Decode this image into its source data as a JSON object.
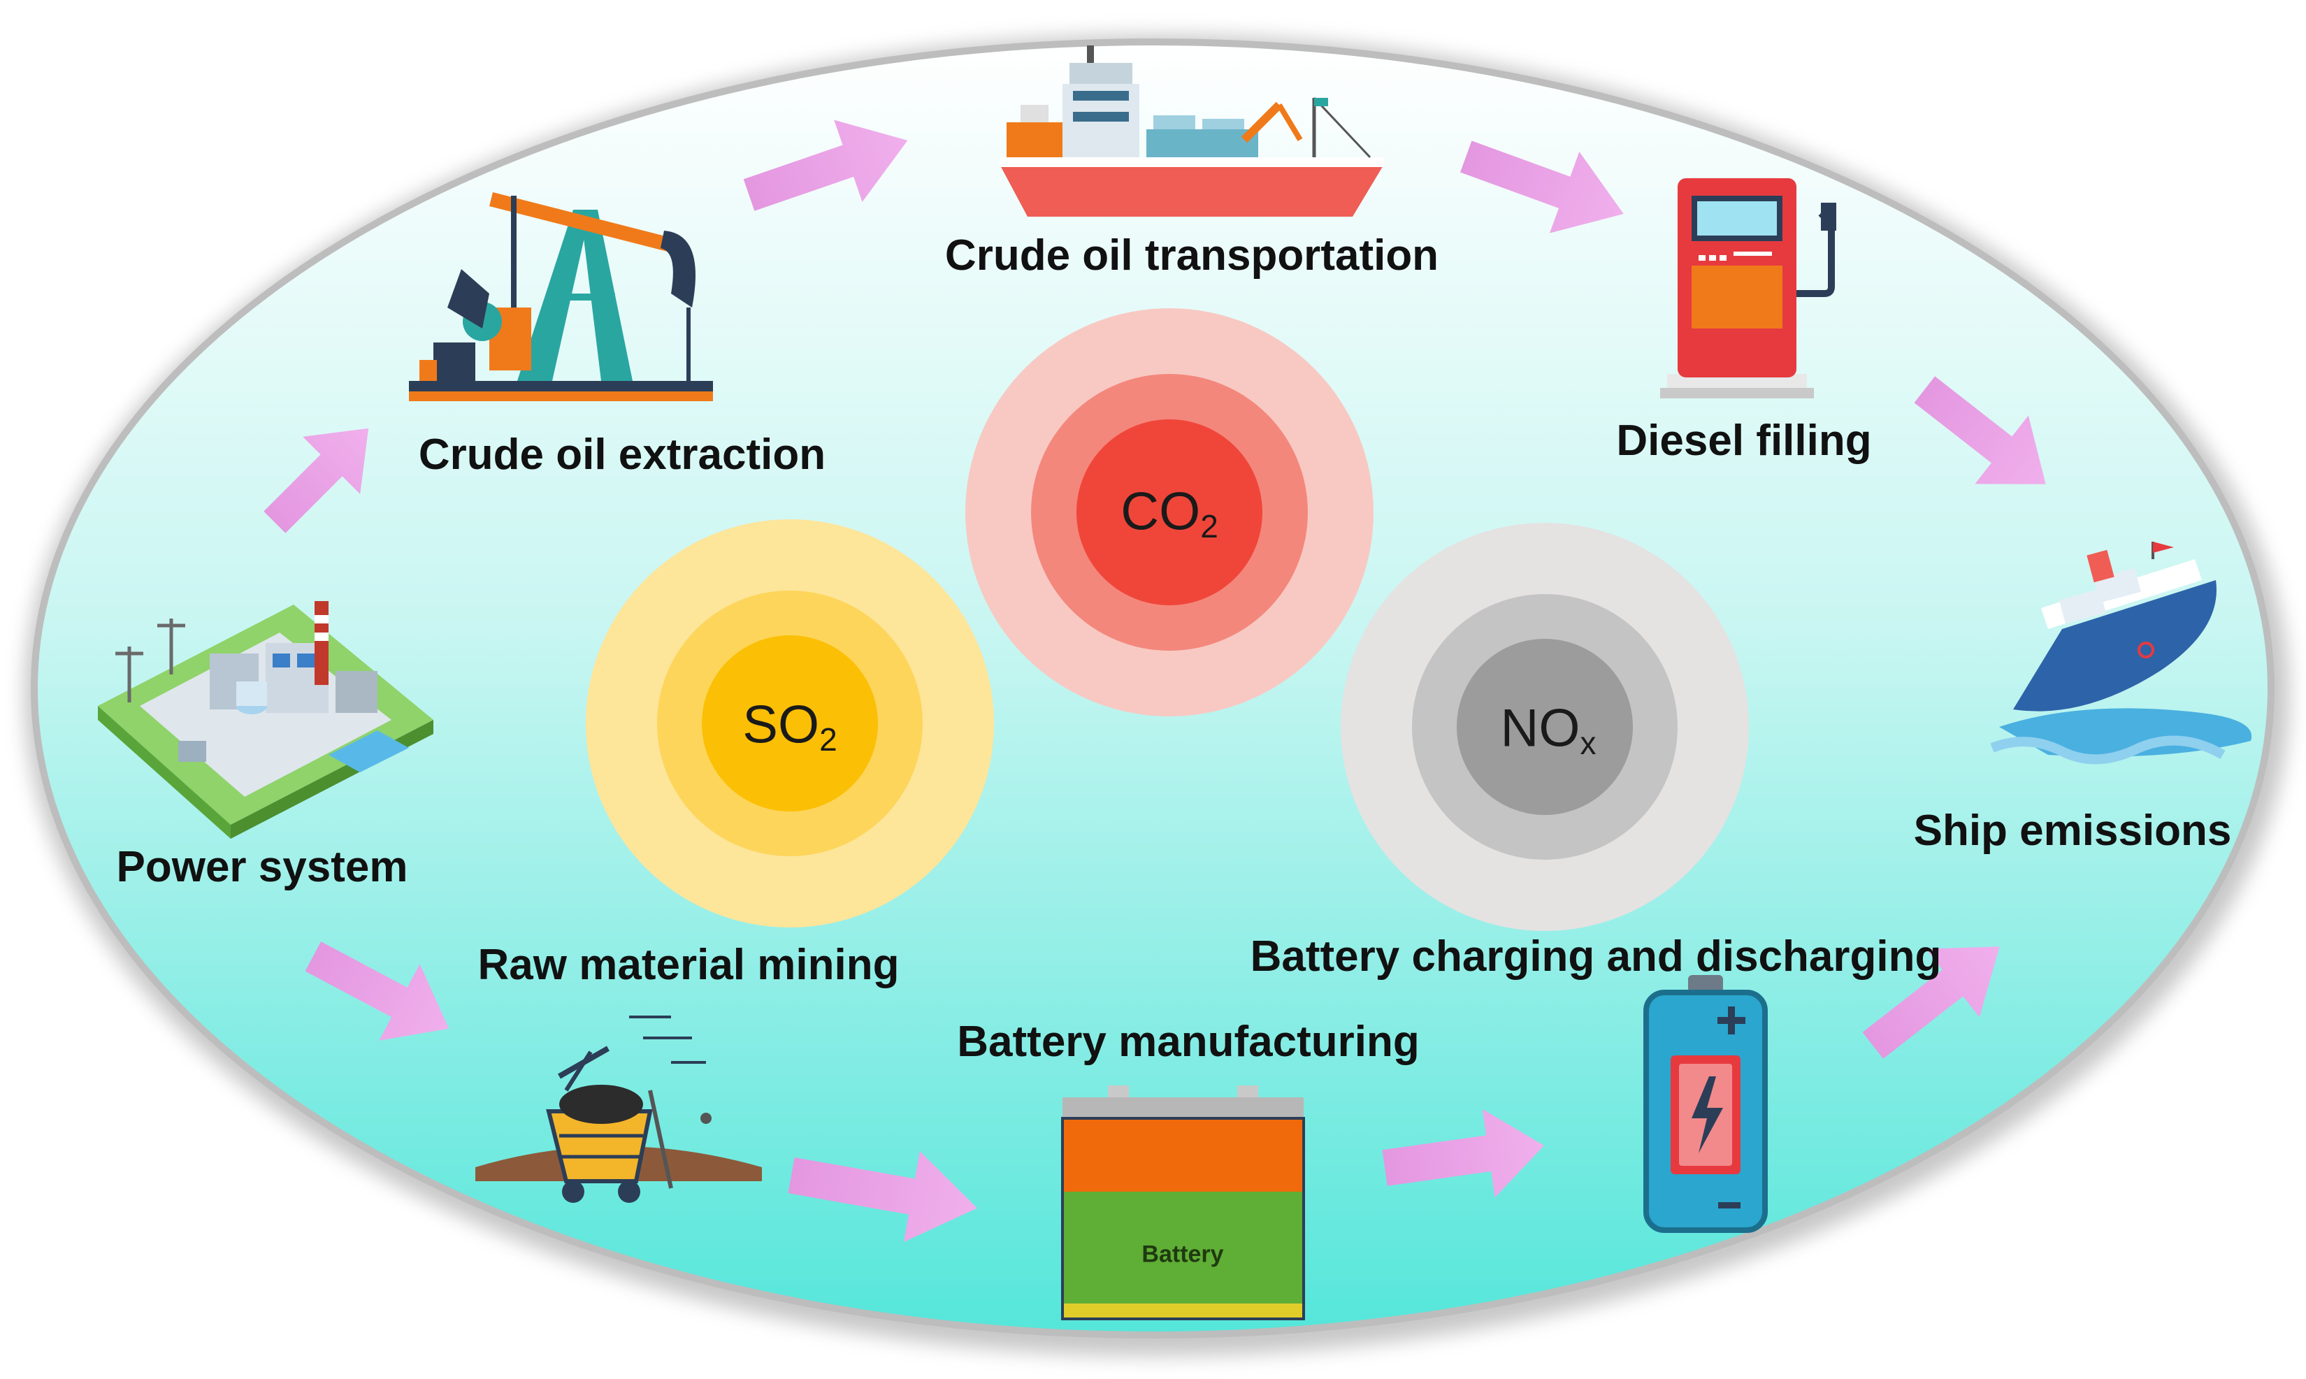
{
  "diagram": {
    "stages": {
      "power_system": "Power system",
      "crude_oil_extraction": "Crude oil extraction",
      "crude_oil_transportation": "Crude oil transportation",
      "diesel_filling": "Diesel filling",
      "ship_emissions": "Ship emissions",
      "raw_material_mining": "Raw material mining",
      "battery_manufacturing": "Battery manufacturing",
      "battery_charging": "Battery charging and discharging"
    },
    "gases": {
      "co2": {
        "base": "CO",
        "sub": "2"
      },
      "so2": {
        "base": "SO",
        "sub": "2"
      },
      "nox": {
        "base": "NO",
        "sub": "x"
      }
    },
    "battery_label": "Battery",
    "colors": {
      "arrow": "#e9a0e4",
      "co2": "#f0463a",
      "so2": "#fbbf05",
      "nox": "#9c9c9c",
      "background_top": "#ffffff",
      "background_bottom": "#58e8dc"
    }
  }
}
